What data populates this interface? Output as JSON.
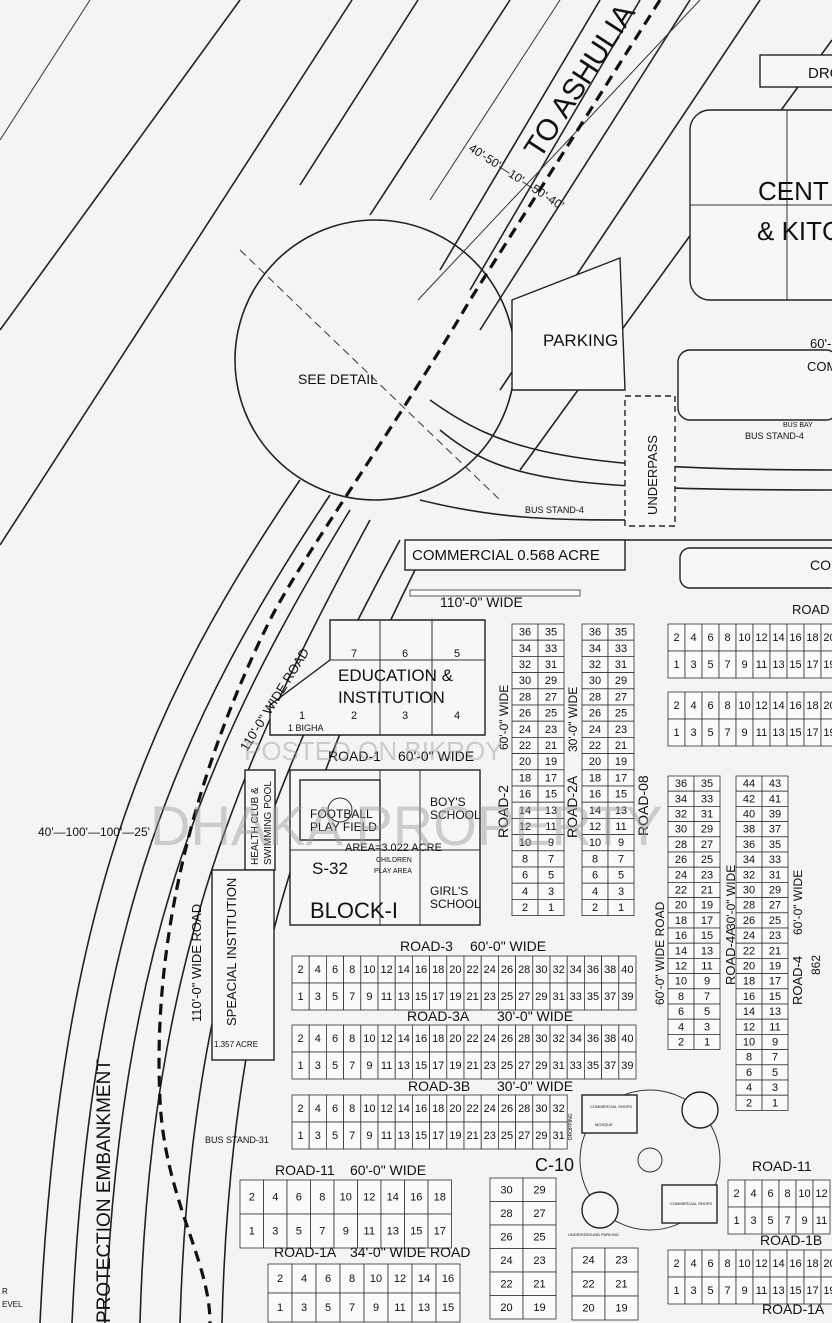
{
  "labels": {
    "to_ashulia": "TO ASHULIA",
    "dro": "DRO",
    "cent": "CENT",
    "kitc": "& KITC",
    "parking": "PARKING",
    "see_detail": "SEE DETAIL",
    "sixty": "60'-",
    "com": "COM",
    "bus_bay": "BUS BAY",
    "bus_stand_4a": "BUS STAND-4",
    "bus_stand_4b": "BUS STAND-4",
    "underpass": "UNDERPASS",
    "commercial": "COMMERCIAL 0.568 ACRE",
    "co": "CO",
    "wide_110": "110'-0\" WIDE",
    "wide_road_110": "110'-0\" WIDE ROAD",
    "wide_road_110b": "110'-0\" WIDE ROAD",
    "dims_top": "40'-50'—10'—50'-40'",
    "dims_left": "40'—100'—100'—25'",
    "education": "EDUCATION &",
    "institution": "INSTITUTION",
    "bigha": "1 BIGHA",
    "road_1": "ROAD-1",
    "road_1_w": "60'-0\" WIDE",
    "health_club": "HEALTH CLUB &",
    "swimming_pool": "SWIMMING POOL",
    "football": "FOOTBALL",
    "play_field": "PLAY FIELD",
    "boys_school": "BOY'S",
    "boys_school2": "SCHOOL",
    "area": "AREA=3.022 ACRE",
    "s32": "S-32",
    "children": "CHILDREN",
    "play_area": "PLAY AREA",
    "girls_school": "GIRL'S",
    "girls_school2": "SCHOOL",
    "block": "BLOCK-I",
    "special_inst": "SPEACIAL INSTITUTION",
    "acre_1357": "1.357 ACRE",
    "bus_stand_31": "BUS STAND-31",
    "road_3": "ROAD-3",
    "road_3_w": "60'-0\" WIDE",
    "road_3a": "ROAD-3A",
    "road_3a_w": "30'-0\" WIDE",
    "road_3b": "ROAD-3B",
    "road_3b_w": "30'-0\" WIDE",
    "road_11": "ROAD-11",
    "road_11_w": "60'-0\" WIDE",
    "road_11_r": "ROAD-11",
    "road_1a": "ROAD-1A",
    "road_1a_w": "34'-0\" WIDE ROAD",
    "road_1a_r": "ROAD-1A",
    "road_1b": "ROAD-1B",
    "c10": "C-10",
    "road_top_r": "ROAD",
    "road_2": "ROAD-2",
    "road_2a": "ROAD-2A",
    "road_08": "ROAD-08",
    "road_4": "ROAD-4",
    "road_4a": "ROAD-4A",
    "w60_a": "60'-0\" WIDE",
    "w30_a": "30'-0\" WIDE",
    "w60_b": "60'-0\" WIDE ROAD",
    "w30_b": "30'-0\" WIDE",
    "w60_c": "60'-0\" WIDE",
    "n862": "862",
    "embankment": "PROTECTION EMBANKMENT",
    "commercial_shops": "COMMERCIAL SHOPS",
    "mosque": "MOSQUE",
    "dropping": "DROPPING",
    "underground": "UNDERGROUND PARKING",
    "corner_r": "R",
    "corner_evel": "EVEL"
  },
  "watermark": {
    "line1": "POSTED ON BIKROY",
    "line2": "DHAKA PROPERTY"
  },
  "plots": {
    "edu_top": [
      "7",
      "6",
      "5"
    ],
    "edu_bottom": [
      "1",
      "2",
      "3",
      "4"
    ],
    "col_a": [
      [
        "36",
        "35"
      ],
      [
        "34",
        "33"
      ],
      [
        "32",
        "31"
      ],
      [
        "30",
        "29"
      ],
      [
        "28",
        "27"
      ],
      [
        "26",
        "25"
      ],
      [
        "24",
        "23"
      ],
      [
        "22",
        "21"
      ],
      [
        "20",
        "19"
      ],
      [
        "18",
        "17"
      ],
      [
        "16",
        "15"
      ],
      [
        "14",
        "13"
      ],
      [
        "12",
        "11"
      ],
      [
        "10",
        "9"
      ],
      [
        "8",
        "7"
      ],
      [
        "6",
        "5"
      ],
      [
        "4",
        "3"
      ],
      [
        "2",
        "1"
      ]
    ],
    "col_b": [
      [
        "36",
        "35"
      ],
      [
        "34",
        "33"
      ],
      [
        "32",
        "31"
      ],
      [
        "30",
        "29"
      ],
      [
        "28",
        "27"
      ],
      [
        "26",
        "25"
      ],
      [
        "24",
        "23"
      ],
      [
        "22",
        "21"
      ],
      [
        "20",
        "19"
      ],
      [
        "18",
        "17"
      ],
      [
        "16",
        "15"
      ],
      [
        "14",
        "13"
      ],
      [
        "12",
        "11"
      ],
      [
        "10",
        "9"
      ],
      [
        "8",
        "7"
      ],
      [
        "6",
        "5"
      ],
      [
        "4",
        "3"
      ],
      [
        "2",
        "1"
      ]
    ],
    "col_c": [
      [
        "36",
        "35"
      ],
      [
        "34",
        "33"
      ],
      [
        "32",
        "31"
      ],
      [
        "30",
        "29"
      ],
      [
        "28",
        "27"
      ],
      [
        "26",
        "25"
      ],
      [
        "24",
        "23"
      ],
      [
        "22",
        "21"
      ],
      [
        "20",
        "19"
      ],
      [
        "18",
        "17"
      ],
      [
        "16",
        "15"
      ],
      [
        "14",
        "13"
      ],
      [
        "12",
        "11"
      ],
      [
        "10",
        "9"
      ],
      [
        "8",
        "7"
      ],
      [
        "6",
        "5"
      ],
      [
        "4",
        "3"
      ],
      [
        "2",
        "1"
      ]
    ],
    "col_d": [
      [
        "44",
        "43"
      ],
      [
        "42",
        "41"
      ],
      [
        "40",
        "39"
      ],
      [
        "38",
        "37"
      ],
      [
        "36",
        "35"
      ],
      [
        "34",
        "33"
      ],
      [
        "32",
        "31"
      ],
      [
        "30",
        "29"
      ],
      [
        "28",
        "27"
      ],
      [
        "26",
        "25"
      ],
      [
        "24",
        "23"
      ],
      [
        "22",
        "21"
      ],
      [
        "20",
        "19"
      ],
      [
        "18",
        "17"
      ],
      [
        "16",
        "15"
      ],
      [
        "14",
        "13"
      ],
      [
        "12",
        "11"
      ],
      [
        "10",
        "9"
      ],
      [
        "8",
        "7"
      ],
      [
        "6",
        "5"
      ],
      [
        "4",
        "3"
      ],
      [
        "2",
        "1"
      ]
    ],
    "tr_even": [
      "2",
      "4",
      "6",
      "8",
      "10",
      "12",
      "14",
      "16",
      "18",
      "20"
    ],
    "tr_odd": [
      "1",
      "3",
      "5",
      "7",
      "9",
      "11",
      "13",
      "15",
      "17",
      "19"
    ],
    "r3_even": [
      "2",
      "4",
      "6",
      "8",
      "10",
      "12",
      "14",
      "16",
      "18",
      "20",
      "22",
      "24",
      "26",
      "28",
      "30",
      "32",
      "34",
      "36",
      "38",
      "40"
    ],
    "r3_odd": [
      "1",
      "3",
      "5",
      "7",
      "9",
      "11",
      "13",
      "15",
      "17",
      "19",
      "21",
      "23",
      "25",
      "27",
      "29",
      "31",
      "33",
      "35",
      "37",
      "39"
    ],
    "r3b_even": [
      "2",
      "4",
      "6",
      "8",
      "10",
      "12",
      "14",
      "16",
      "18",
      "20",
      "22",
      "24",
      "26",
      "28",
      "30",
      "32"
    ],
    "r3b_odd": [
      "1",
      "3",
      "5",
      "7",
      "9",
      "11",
      "13",
      "15",
      "17",
      "19",
      "21",
      "23",
      "25",
      "27",
      "29",
      "31"
    ],
    "r11_even": [
      "2",
      "4",
      "6",
      "8",
      "10",
      "12",
      "14",
      "16",
      "18"
    ],
    "r11_odd": [
      "1",
      "3",
      "5",
      "7",
      "9",
      "11",
      "13",
      "15",
      "17"
    ],
    "r1a_even": [
      "2",
      "4",
      "6",
      "8",
      "10",
      "12",
      "14",
      "16"
    ],
    "r1a_odd": [
      "1",
      "3",
      "5",
      "7",
      "9",
      "11",
      "13",
      "15"
    ],
    "c10_col": [
      [
        "30",
        "29"
      ],
      [
        "28",
        "27"
      ],
      [
        "26",
        "25"
      ],
      [
        "24",
        "23"
      ],
      [
        "22",
        "21"
      ],
      [
        "20",
        "19"
      ]
    ],
    "c10_col2": [
      [
        "24",
        "23"
      ],
      [
        "22",
        "21"
      ],
      [
        "20",
        "19"
      ]
    ],
    "r1b_even": [
      "2",
      "4",
      "6",
      "8",
      "10",
      "12",
      "14",
      "16",
      "18",
      "20"
    ],
    "r1b_odd": [
      "1",
      "3",
      "5",
      "7",
      "9",
      "11",
      "13",
      "15",
      "17",
      "19"
    ],
    "r11r_even": [
      "2",
      "4",
      "6",
      "8",
      "10",
      "12"
    ],
    "r11r_odd": [
      "1",
      "3",
      "5",
      "7",
      "9",
      "11"
    ]
  }
}
